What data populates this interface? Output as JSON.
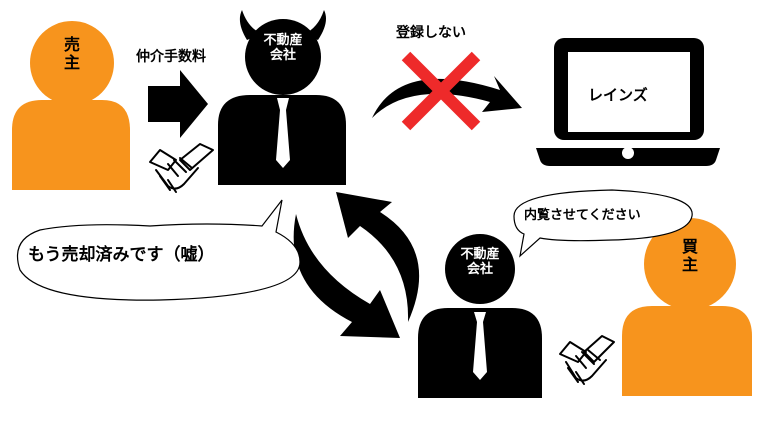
{
  "seller": {
    "label_line1": "売",
    "label_line2": "主"
  },
  "buyer": {
    "label_line1": "買",
    "label_line2": "主"
  },
  "agent_top": {
    "label_line1": "不動産",
    "label_line2": "会社"
  },
  "agent_bottom": {
    "label_line1": "不動産",
    "label_line2": "会社"
  },
  "fee_label": "仲介手数料",
  "no_register_label": "登録しない",
  "reins_label": "レインズ",
  "buyer_speech": "内覧させてください",
  "agent_speech": "もう売却済みです（嘘）",
  "colors": {
    "orange": "#F7941D",
    "black": "#000000",
    "red": "#EE2A2A",
    "white": "#FFFFFF"
  },
  "icons": [
    "handshake-icon",
    "arrow-right-icon",
    "cross-icon",
    "laptop-icon",
    "cycle-arrows-icon",
    "devil-horns-icon",
    "tie-icon"
  ]
}
